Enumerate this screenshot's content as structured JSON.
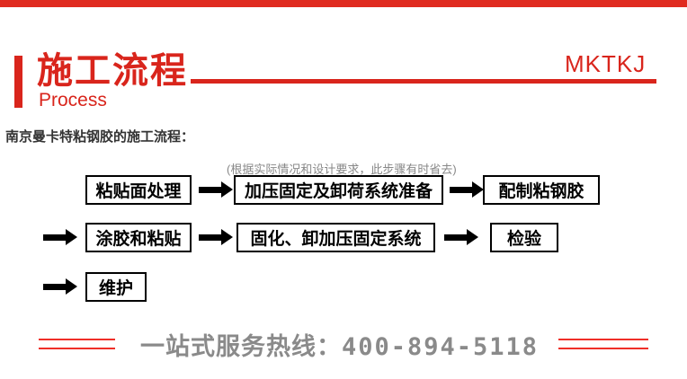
{
  "header": {
    "title": "施工流程",
    "subtitle": "Process",
    "brand": "MKTKJ"
  },
  "intro": "南京曼卡特粘钢胶的施工流程：",
  "note": "(根据实际情况和设计要求，此步骤有时省去)",
  "flow": {
    "rows": [
      {
        "steps": [
          "粘贴面处理",
          "加压固定及卸荷系统准备",
          "配制粘钢胶"
        ]
      },
      {
        "steps": [
          "涂胶和粘贴",
          "固化、卸加压固定系统",
          "检验"
        ]
      },
      {
        "steps": [
          "维护"
        ]
      }
    ]
  },
  "footer": {
    "hotline_label": "一站式服务热线：",
    "hotline_number": "400-894-5118"
  },
  "colors": {
    "accent_red": "#d9251c",
    "top_bar_red": "#e02b20",
    "footer_line_red": "#ef2f28",
    "hotline_gray": "#8a8a8a",
    "note_gray": "#888888",
    "intro_dark": "#333333",
    "box_border": "#000000"
  }
}
